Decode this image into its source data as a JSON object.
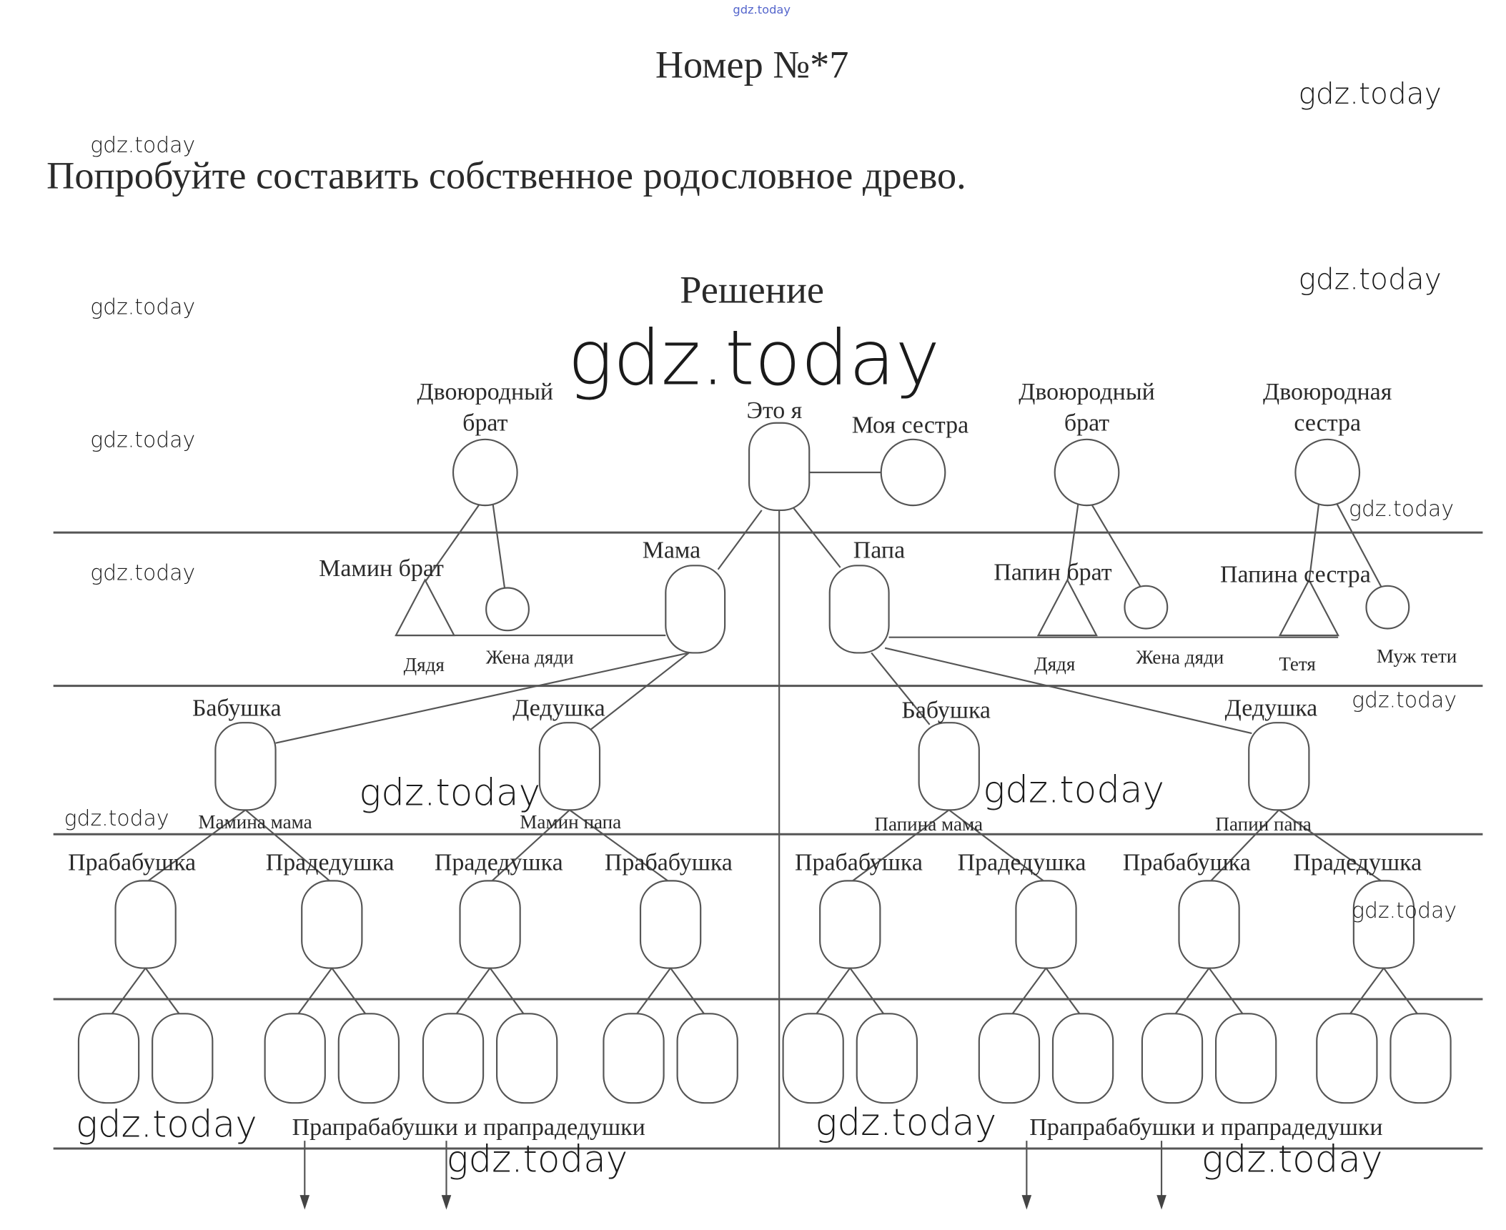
{
  "watermark": "gdz.today",
  "header": {
    "title": "Номер №*7",
    "task": "Попробуйте составить собственное родословное древо.",
    "solution": "Решение"
  },
  "tree": {
    "me": "Это я",
    "sister": "Моя сестра",
    "cousin_left": [
      "Двоюродный",
      "брат"
    ],
    "cousin_right": [
      "Двоюродный",
      "брат"
    ],
    "cousin_sister": [
      "Двоюродная",
      "сестра"
    ],
    "mama": "Мама",
    "papa": "Папа",
    "mom_brother": "Мамин брат",
    "dad_brother": "Папин брат",
    "dad_sister": "Папина сестра",
    "uncle": "Дядя",
    "uncle_wife": "Жена дяди",
    "aunt": "Тетя",
    "aunt_husband": "Муж тети",
    "grandparents": [
      "Бабушка",
      "Дедушка",
      "Бабушка",
      "Дедушка"
    ],
    "grandparent_roles": [
      "Мамина мама",
      "Мамин папа",
      "Папина мама",
      "Папин папа"
    ],
    "great_grandparents": [
      "Прабабушка",
      "Прадедушка",
      "Прадедушка",
      "Прабабушка",
      "Прабабушка",
      "Прадедушка",
      "Прабабушка",
      "Прадедушка"
    ],
    "great_great": "Прапрабабушки и прапрадедушки"
  }
}
